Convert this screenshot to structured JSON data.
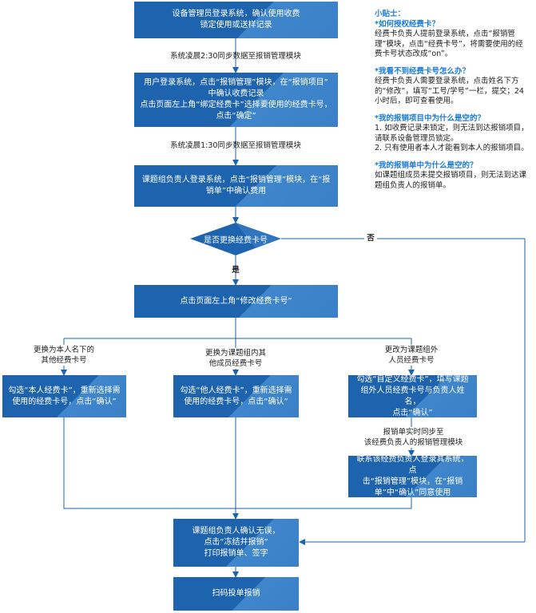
{
  "boxes": {
    "b1": "设备管理员登录系统，确认使用收费\n锁定使用或送样记录",
    "b2": "用户登录系统，点击“报销管理”模块，在“报销项目”\n中确认收费记录\n点击页面左上角“绑定经费卡”选择要使用的经费卡号，\n点击“确定”",
    "b3": "课题组负责人登录系统，点击“报销管理”模块，在“报\n销单”中确认费用",
    "b4": "点击页面左上角“修改经费卡号”",
    "b5": "勾选“本人经费卡”，重新选择需\n使用的经费卡号，点击“确认”",
    "b6": "勾选“他人经费卡”，重新选择需\n使用的经费卡号，点击“确认”",
    "b7": "勾选“自定义经费卡”，填写课题\n组外人员经费卡号与负责人姓名，\n点击“确认”",
    "b8": "联系该经费负责人登录其系统，点\n击“报销管理”模块，在“报销\n单”中“确认”同意使用",
    "b9": "课题组负责人确认无误，\n点击“冻结并报销”\n打印报销单、签字",
    "b10": "扫码投单报销"
  },
  "decision": "是否更换经费卡号",
  "labels": {
    "sync2": "系统凌晨2:30同步数据至报销管理模块",
    "sync1": "系统凌晨1:30同步数据至报销管理模块",
    "yes": "是",
    "no": "否",
    "opt1": "更换为本人名下的\n其他经费卡号",
    "opt2": "更换为课题组内其\n他成员经费卡号",
    "opt3": "更改为课题组外\n人员经费卡号",
    "realtime": "报销单实时同步至\n该经费负责人的报销管理模块"
  },
  "tips": {
    "title": "小贴士：",
    "items": [
      {
        "q": "*如何授权经费卡？",
        "a": "经费卡负责人提前登录系统，点击“报销管理”模块，点击“经费卡号”，将需要使用的经费卡号状态改成“on”。"
      },
      {
        "q": "*我看不到经费卡号怎么办？",
        "a": "经费卡负责人需要登录系统，点击姓名下方的“修改”，填写“工号/学号”一栏，提交；24小时后，即可查看使用。"
      },
      {
        "q": "*我的报销项目中为什么是空的？",
        "a": "1. 如收费记录未锁定，则无法到达报销项目，请联系设备管理员锁定。\n2. 只有使用者本人才能看到本人的报销项目。"
      },
      {
        "q": "*我的报销单中为什么是空的？",
        "a": "如课题组成员未提交报销项目，则无法到达课题组负责人的报销单。"
      }
    ]
  },
  "colors": {
    "box": "#1e63ad",
    "box_light": "#3f86cc",
    "line": "#1e63ad",
    "tip_heading": "#1b7bd6"
  }
}
